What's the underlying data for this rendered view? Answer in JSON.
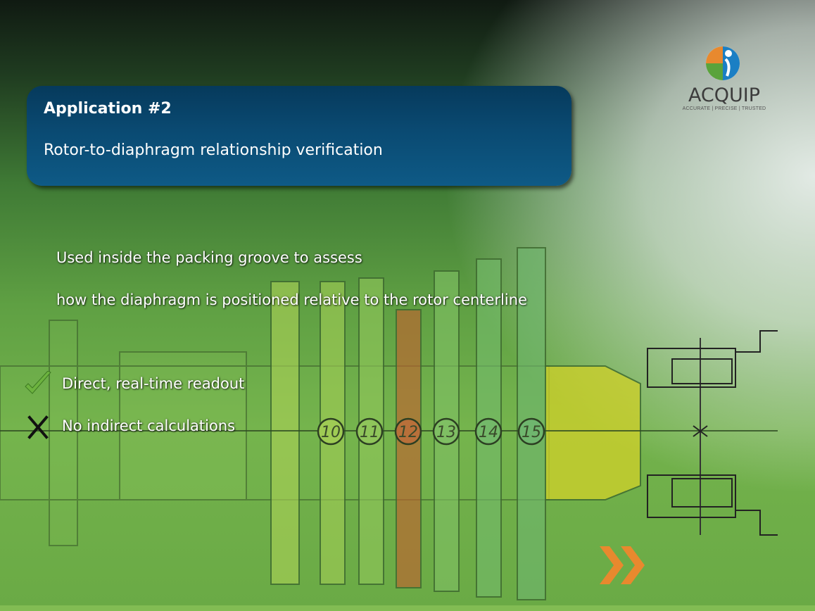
{
  "header": {
    "title": "Application #2",
    "subtitle": "Rotor-to-diaphragm relationship verification"
  },
  "logo": {
    "name": "ACQUIP",
    "tagline": "ACCURATE | PRECISE | TRUSTED"
  },
  "body": {
    "lines": [
      "Used inside the packing groove to assess",
      "how the diaphragm is positioned relative to the rotor centerline"
    ]
  },
  "features": [
    {
      "icon": "checkmark-icon",
      "text": "Direct, real-time readout"
    },
    {
      "icon": "x-mark-icon",
      "text": "No indirect calculations"
    }
  ],
  "drawing": {
    "stage_labels": [
      "10",
      "11",
      "12",
      "13",
      "14",
      "15"
    ]
  },
  "colors": {
    "header_bg": "#0a4a72",
    "accent_orange": "#e8892e",
    "check_green": "#6db33f",
    "highlight_stage": "#c0622f"
  },
  "navigation": {
    "next_icon": "double-chevron-right-icon"
  }
}
